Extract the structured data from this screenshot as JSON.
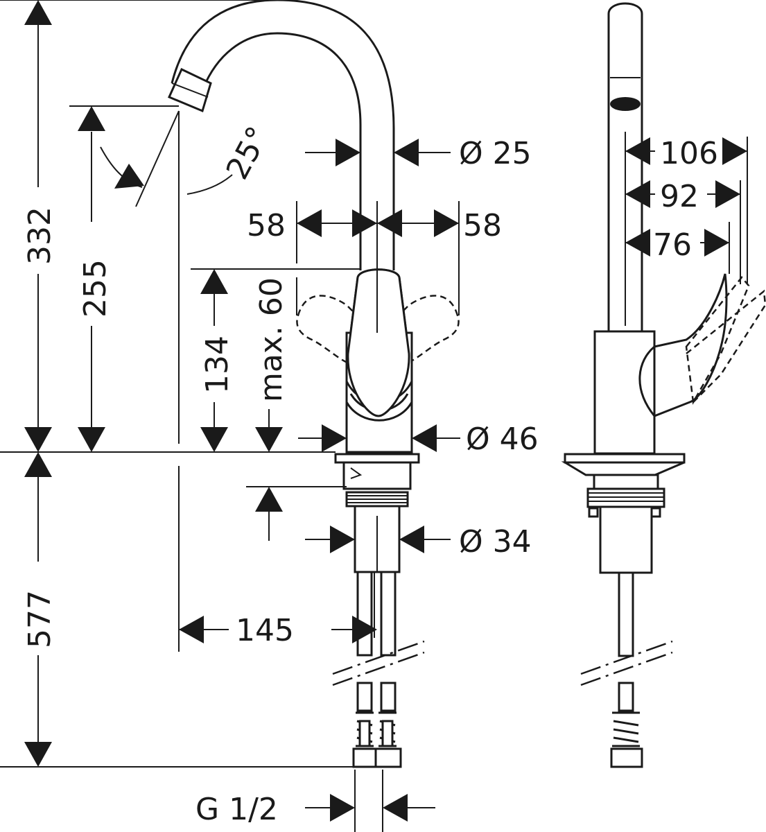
{
  "dimensions": {
    "height_total": "332",
    "height_spout": "255",
    "height_body": "134",
    "max_60": "max. 60",
    "angle": "25°",
    "diameter_spout": "Ø 25",
    "lever_left": "58",
    "lever_right": "58",
    "diameter_body": "Ø 46",
    "diameter_shank": "Ø 34",
    "below_deck": "577",
    "projection": "145",
    "connection": "G 1/2",
    "side_106": "106",
    "side_92": "92",
    "side_76": "76"
  }
}
